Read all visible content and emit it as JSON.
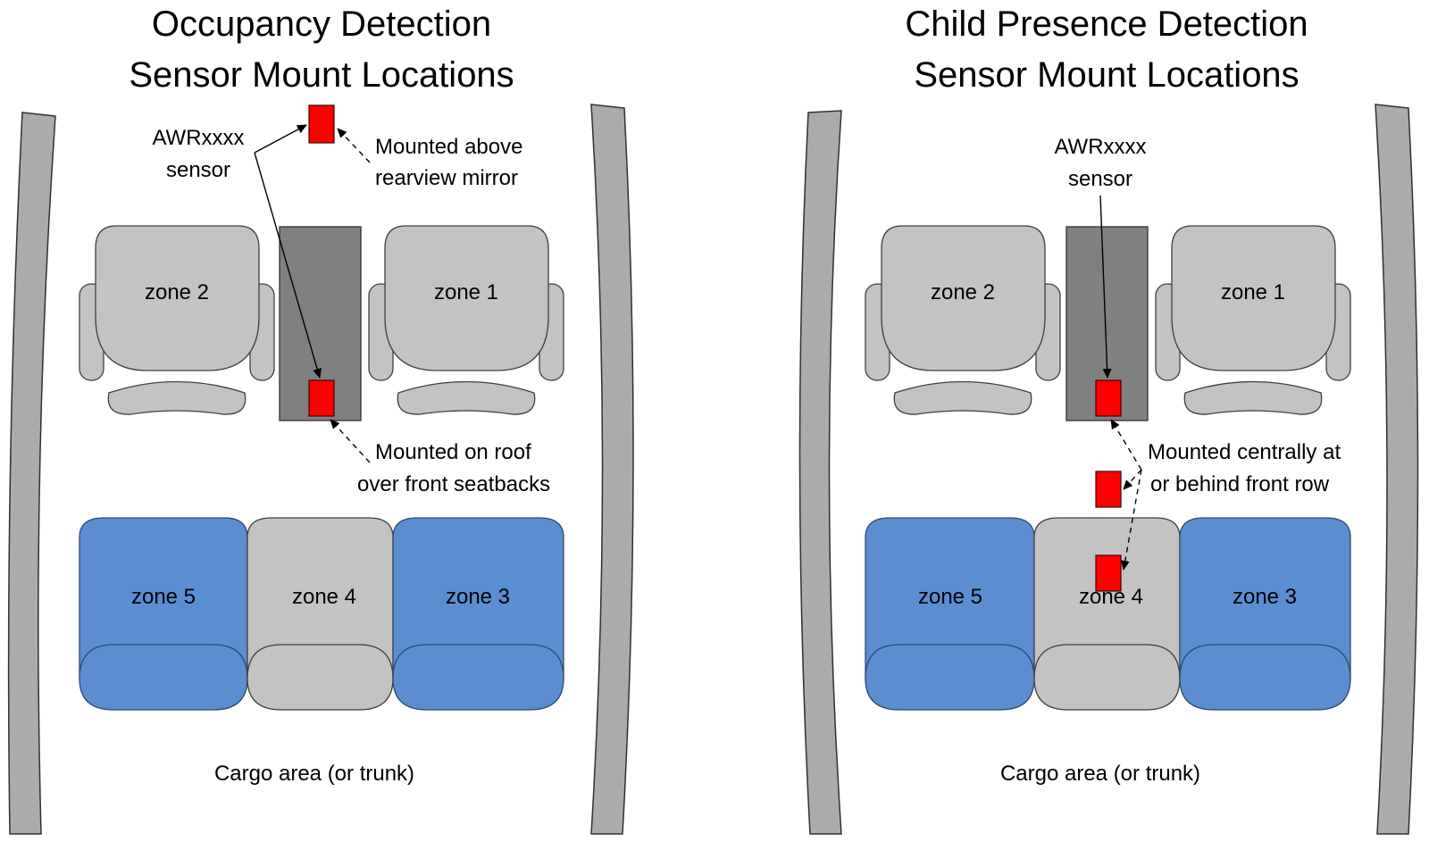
{
  "panels": [
    {
      "title_line1": "Occupancy Detection",
      "title_line2": "Sensor Mount Locations",
      "sensor_label_line1": "AWRxxxx",
      "sensor_label_line2": "sensor",
      "front_zones": [
        "zone 2",
        "zone 1"
      ],
      "rear_zones": [
        "zone 5",
        "zone 4",
        "zone 3"
      ],
      "note1_line1": "Mounted above",
      "note1_line2": "rearview mirror",
      "note2_line1": "Mounted on roof",
      "note2_line2": "over front seatbacks",
      "cargo_label": "Cargo area (or trunk)"
    },
    {
      "title_line1": "Child Presence Detection",
      "title_line2": "Sensor Mount Locations",
      "sensor_label_line1": "AWRxxxx",
      "sensor_label_line2": "sensor",
      "front_zones": [
        "zone 2",
        "zone 1"
      ],
      "rear_zones": [
        "zone 5",
        "zone 4",
        "zone 3"
      ],
      "note1_line1": "Mounted centrally at",
      "note1_line2": "or behind front row",
      "cargo_label": "Cargo area (or trunk)"
    }
  ],
  "colors": {
    "sensor": "#ff0000",
    "seat_grey": "#c3c3c3",
    "seat_blue": "#5a8ed0",
    "console": "#808080",
    "wall": "#ababab"
  }
}
